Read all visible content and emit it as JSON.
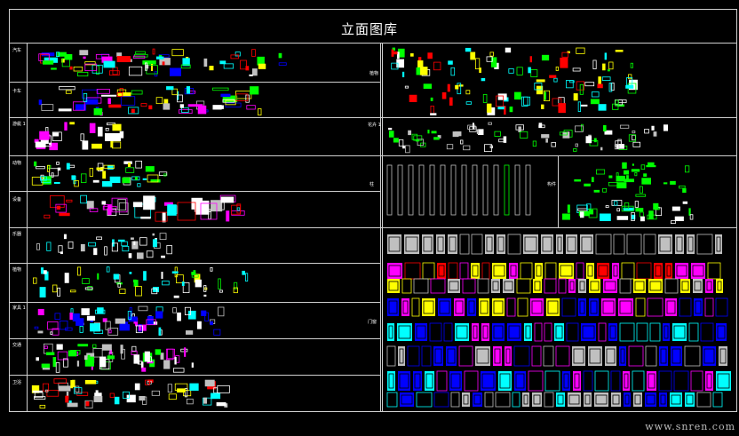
{
  "title": "立面图库",
  "watermark": "www.snren.com",
  "row_labels": {
    "left": [
      "汽车",
      "卡车",
      "游艇 1",
      "动物",
      "设备",
      "乐器",
      "植物",
      "家具 1",
      "交通",
      "卫浴"
    ],
    "right": [
      "植物",
      "花卉 1",
      "柱",
      "构件",
      "门窗"
    ]
  },
  "colors": {
    "frame": "#cfcfcf",
    "text": "#ffffff",
    "cad_palette": [
      "#ff00ff",
      "#00ffff",
      "#ffff00",
      "#00ff00",
      "#ff0000",
      "#0000ff",
      "#ffffff",
      "#c0c0c0"
    ]
  }
}
